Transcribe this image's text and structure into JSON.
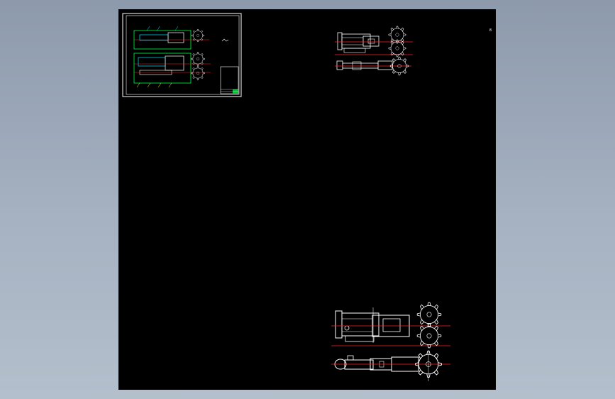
{
  "viewport": {
    "background_colors": [
      "#8d9aab",
      "#b4bfcc"
    ],
    "canvas_color": "#000000"
  },
  "drawing": {
    "corner_marker": "8",
    "sheet_thumbnail": {
      "border_color": "#ffffff",
      "title_block": "title-block"
    },
    "line_colors": {
      "outline": "#ffffff",
      "center_line": "#ff2020",
      "highlight": "#00ff40",
      "dimension": "#00e5ff",
      "leader": "#ffff00"
    },
    "views": [
      {
        "name": "top-view-small",
        "parts": [
          "frame-rails",
          "motor-block",
          "dual-sprocket-wheels"
        ]
      },
      {
        "name": "side-view-small",
        "parts": [
          "cylinder-body",
          "piston-rod",
          "single-sprocket-wheel"
        ]
      },
      {
        "name": "top-view-large",
        "parts": [
          "frame-rails",
          "motor-block",
          "dual-sprocket-wheels"
        ]
      },
      {
        "name": "side-view-large",
        "parts": [
          "cylinder-body",
          "piston-rod",
          "single-sprocket-wheel"
        ]
      }
    ]
  }
}
